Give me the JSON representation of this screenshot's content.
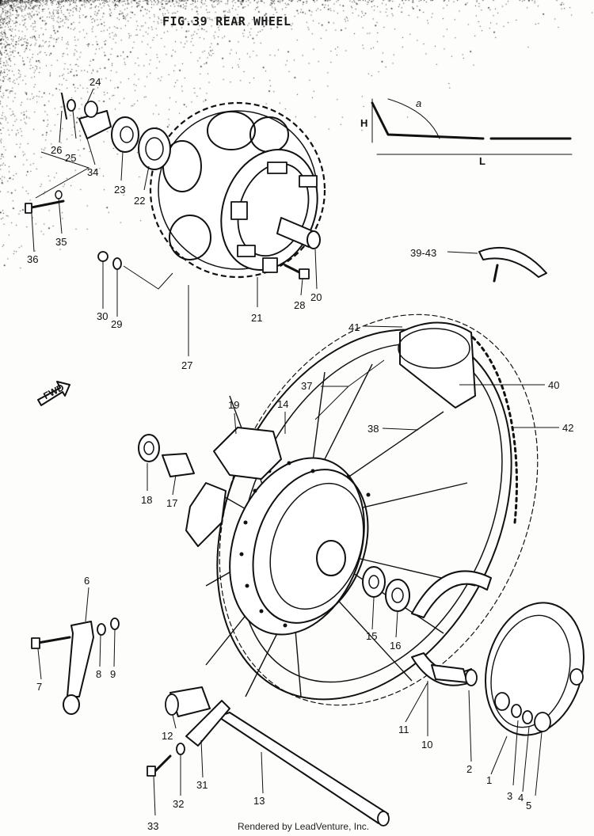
{
  "figure": {
    "number": "FIG.39",
    "title": "REAR WHEEL"
  },
  "footer": "Rendered by LeadVenture, Inc.",
  "direction_marker": "FWD",
  "dimension_labels": {
    "height": "H",
    "length": "L",
    "angle": "a"
  },
  "callouts": [
    "1",
    "2",
    "3",
    "4",
    "5",
    "6",
    "7",
    "8",
    "9",
    "10",
    "11",
    "12",
    "13",
    "14",
    "15",
    "16",
    "17",
    "18",
    "19",
    "20",
    "21",
    "22",
    "23",
    "24",
    "25",
    "26",
    "27",
    "28",
    "29",
    "30",
    "31",
    "32",
    "33",
    "34",
    "35",
    "36",
    "37",
    "38",
    "39-43",
    "40",
    "41",
    "42"
  ]
}
